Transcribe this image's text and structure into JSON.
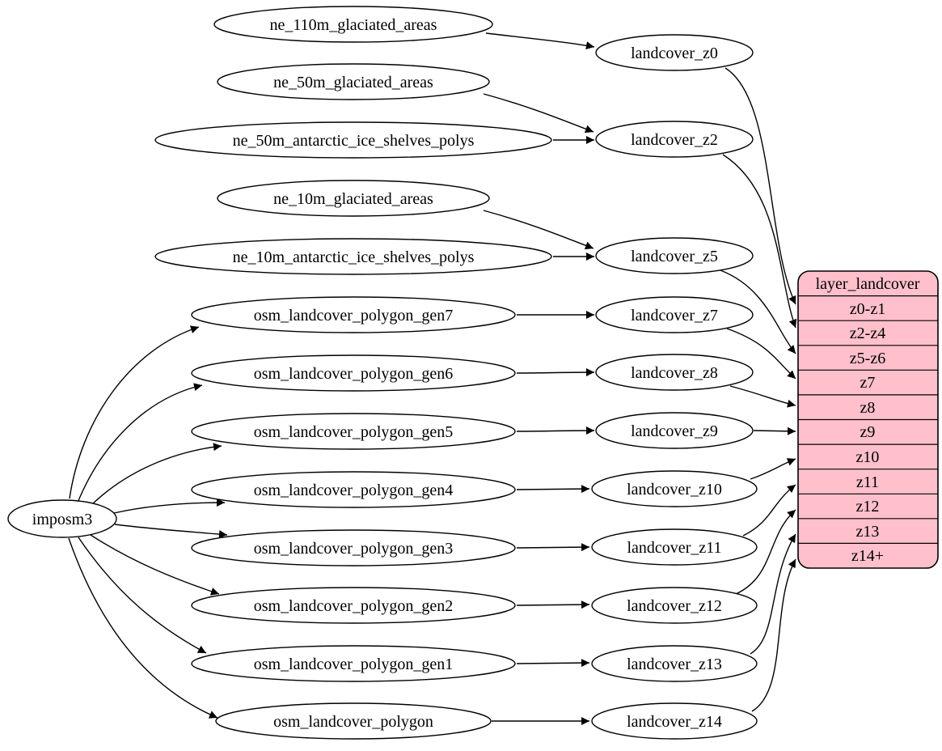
{
  "colors": {
    "background": "#ffffff",
    "node_fill": "#ffffff",
    "line": "#000000",
    "table_fill": "#ffc0cb"
  },
  "nodes": {
    "imposm3": "imposm3",
    "ne_110m_glaciated_areas": "ne_110m_glaciated_areas",
    "ne_50m_glaciated_areas": "ne_50m_glaciated_areas",
    "ne_50m_antarctic_ice_shelves_polys": "ne_50m_antarctic_ice_shelves_polys",
    "ne_10m_glaciated_areas": "ne_10m_glaciated_areas",
    "ne_10m_antarctic_ice_shelves_polys": "ne_10m_antarctic_ice_shelves_polys",
    "osm_landcover_polygon_gen7": "osm_landcover_polygon_gen7",
    "osm_landcover_polygon_gen6": "osm_landcover_polygon_gen6",
    "osm_landcover_polygon_gen5": "osm_landcover_polygon_gen5",
    "osm_landcover_polygon_gen4": "osm_landcover_polygon_gen4",
    "osm_landcover_polygon_gen3": "osm_landcover_polygon_gen3",
    "osm_landcover_polygon_gen2": "osm_landcover_polygon_gen2",
    "osm_landcover_polygon_gen1": "osm_landcover_polygon_gen1",
    "osm_landcover_polygon": "osm_landcover_polygon",
    "landcover_z0": "landcover_z0",
    "landcover_z2": "landcover_z2",
    "landcover_z5": "landcover_z5",
    "landcover_z7": "landcover_z7",
    "landcover_z8": "landcover_z8",
    "landcover_z9": "landcover_z9",
    "landcover_z10": "landcover_z10",
    "landcover_z11": "landcover_z11",
    "landcover_z12": "landcover_z12",
    "landcover_z13": "landcover_z13",
    "landcover_z14": "landcover_z14"
  },
  "table": {
    "title": "layer_landcover",
    "rows": [
      "z0-z1",
      "z2-z4",
      "z5-z6",
      "z7",
      "z8",
      "z9",
      "z10",
      "z11",
      "z12",
      "z13",
      "z14+"
    ]
  },
  "edges": [
    {
      "from": "imposm3",
      "to": "osm_landcover_polygon_gen7"
    },
    {
      "from": "imposm3",
      "to": "osm_landcover_polygon_gen6"
    },
    {
      "from": "imposm3",
      "to": "osm_landcover_polygon_gen5"
    },
    {
      "from": "imposm3",
      "to": "osm_landcover_polygon_gen4"
    },
    {
      "from": "imposm3",
      "to": "osm_landcover_polygon_gen3"
    },
    {
      "from": "imposm3",
      "to": "osm_landcover_polygon_gen2"
    },
    {
      "from": "imposm3",
      "to": "osm_landcover_polygon_gen1"
    },
    {
      "from": "imposm3",
      "to": "osm_landcover_polygon"
    },
    {
      "from": "ne_110m_glaciated_areas",
      "to": "landcover_z0"
    },
    {
      "from": "ne_50m_glaciated_areas",
      "to": "landcover_z2"
    },
    {
      "from": "ne_50m_antarctic_ice_shelves_polys",
      "to": "landcover_z2"
    },
    {
      "from": "ne_10m_glaciated_areas",
      "to": "landcover_z5"
    },
    {
      "from": "ne_10m_antarctic_ice_shelves_polys",
      "to": "landcover_z5"
    },
    {
      "from": "osm_landcover_polygon_gen7",
      "to": "landcover_z7"
    },
    {
      "from": "osm_landcover_polygon_gen6",
      "to": "landcover_z8"
    },
    {
      "from": "osm_landcover_polygon_gen5",
      "to": "landcover_z9"
    },
    {
      "from": "osm_landcover_polygon_gen4",
      "to": "landcover_z10"
    },
    {
      "from": "osm_landcover_polygon_gen3",
      "to": "landcover_z11"
    },
    {
      "from": "osm_landcover_polygon_gen2",
      "to": "landcover_z12"
    },
    {
      "from": "osm_landcover_polygon_gen1",
      "to": "landcover_z13"
    },
    {
      "from": "osm_landcover_polygon",
      "to": "landcover_z14"
    },
    {
      "from": "landcover_z0",
      "to": "layer_landcover.z0-z1"
    },
    {
      "from": "landcover_z2",
      "to": "layer_landcover.z2-z4"
    },
    {
      "from": "landcover_z5",
      "to": "layer_landcover.z5-z6"
    },
    {
      "from": "landcover_z7",
      "to": "layer_landcover.z7"
    },
    {
      "from": "landcover_z8",
      "to": "layer_landcover.z8"
    },
    {
      "from": "landcover_z9",
      "to": "layer_landcover.z9"
    },
    {
      "from": "landcover_z10",
      "to": "layer_landcover.z10"
    },
    {
      "from": "landcover_z11",
      "to": "layer_landcover.z11"
    },
    {
      "from": "landcover_z12",
      "to": "layer_landcover.z12"
    },
    {
      "from": "landcover_z13",
      "to": "layer_landcover.z13"
    },
    {
      "from": "landcover_z14",
      "to": "layer_landcover.z14+"
    }
  ]
}
